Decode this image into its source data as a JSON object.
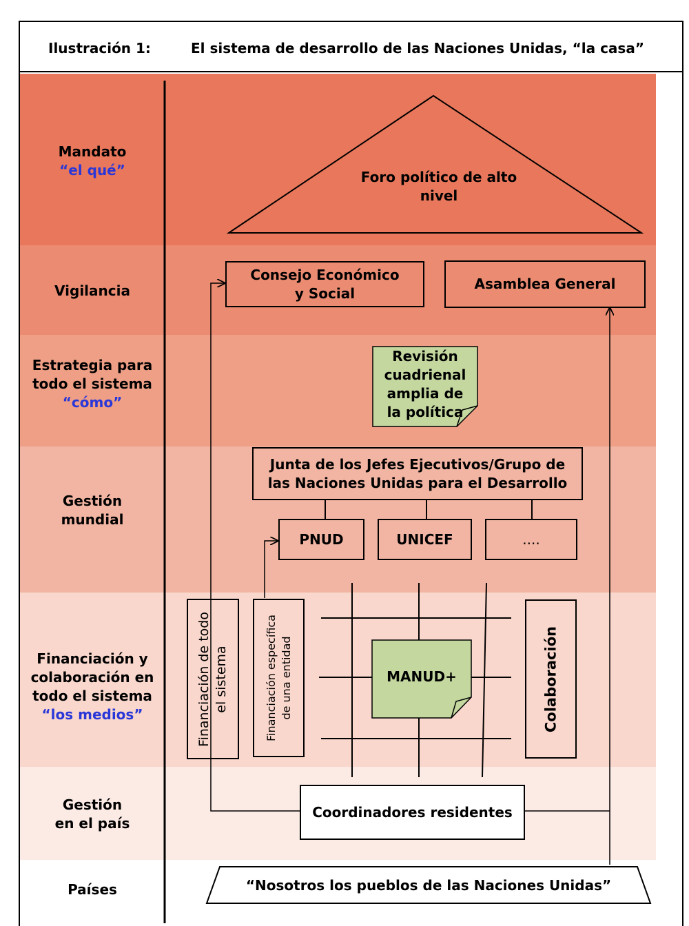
{
  "title": {
    "label": "Ilustración 1:",
    "text": "El sistema de desarrollo de las Naciones Unidas, “la casa”"
  },
  "rows": {
    "mandato": {
      "label": "Mandato",
      "sub": "“el qué”"
    },
    "vigilancia": {
      "label": "Vigilancia"
    },
    "estrategia": {
      "line1": "Estrategia para",
      "line2": "todo el sistema",
      "sub": "“cómo”"
    },
    "gestion_mundial": {
      "line1": "Gestión",
      "line2": "mundial"
    },
    "financiacion": {
      "line1": "Financiación y",
      "line2": "colaboración en",
      "line3": "todo el sistema",
      "sub": "“los medios”"
    },
    "gestion_pais": {
      "line1": "Gestión",
      "line2": "en el país"
    },
    "paises": {
      "label": "Países"
    }
  },
  "nodes": {
    "foro_line1": "Foro político de alto",
    "foro_line2": "nivel",
    "consejo_line1": "Consejo Económico",
    "consejo_line2": "y Social",
    "asamblea": "Asamblea General",
    "revision_line1": "Revisión",
    "revision_line2": "cuadrienal",
    "revision_line3": "amplia de",
    "revision_line4": "la política",
    "junta_line1": "Junta de los Jefes Ejecutivos/Grupo de",
    "junta_line2": "las Naciones Unidas para el Desarrollo",
    "pnud": "PNUD",
    "unicef": "UNICEF",
    "more": "....",
    "fin_todo_line1": "Financiación de todo",
    "fin_todo_line2": "el sistema",
    "fin_especifica_line1": "Financiación específica",
    "fin_especifica_line2": "de una entidad",
    "manud": "MANUD+",
    "colaboracion": "Colaboración",
    "coordinadores": "Coordinadores residentes",
    "pueblos": "“Nosotros los pueblos de las Naciones Unidas”"
  },
  "colors": {
    "band_mandato": "#e8775b",
    "band_vigilancia": "#ea8b72",
    "band_estrategia": "#ee9f86",
    "band_gestion_mundial": "#f2b5a3",
    "band_financiacion": "#f9d7cc",
    "band_gestion_pais": "#fcebe5",
    "band_paises": "#ffffff",
    "note_green": "#c3d79f",
    "accent_blue": "#2a37d8"
  }
}
